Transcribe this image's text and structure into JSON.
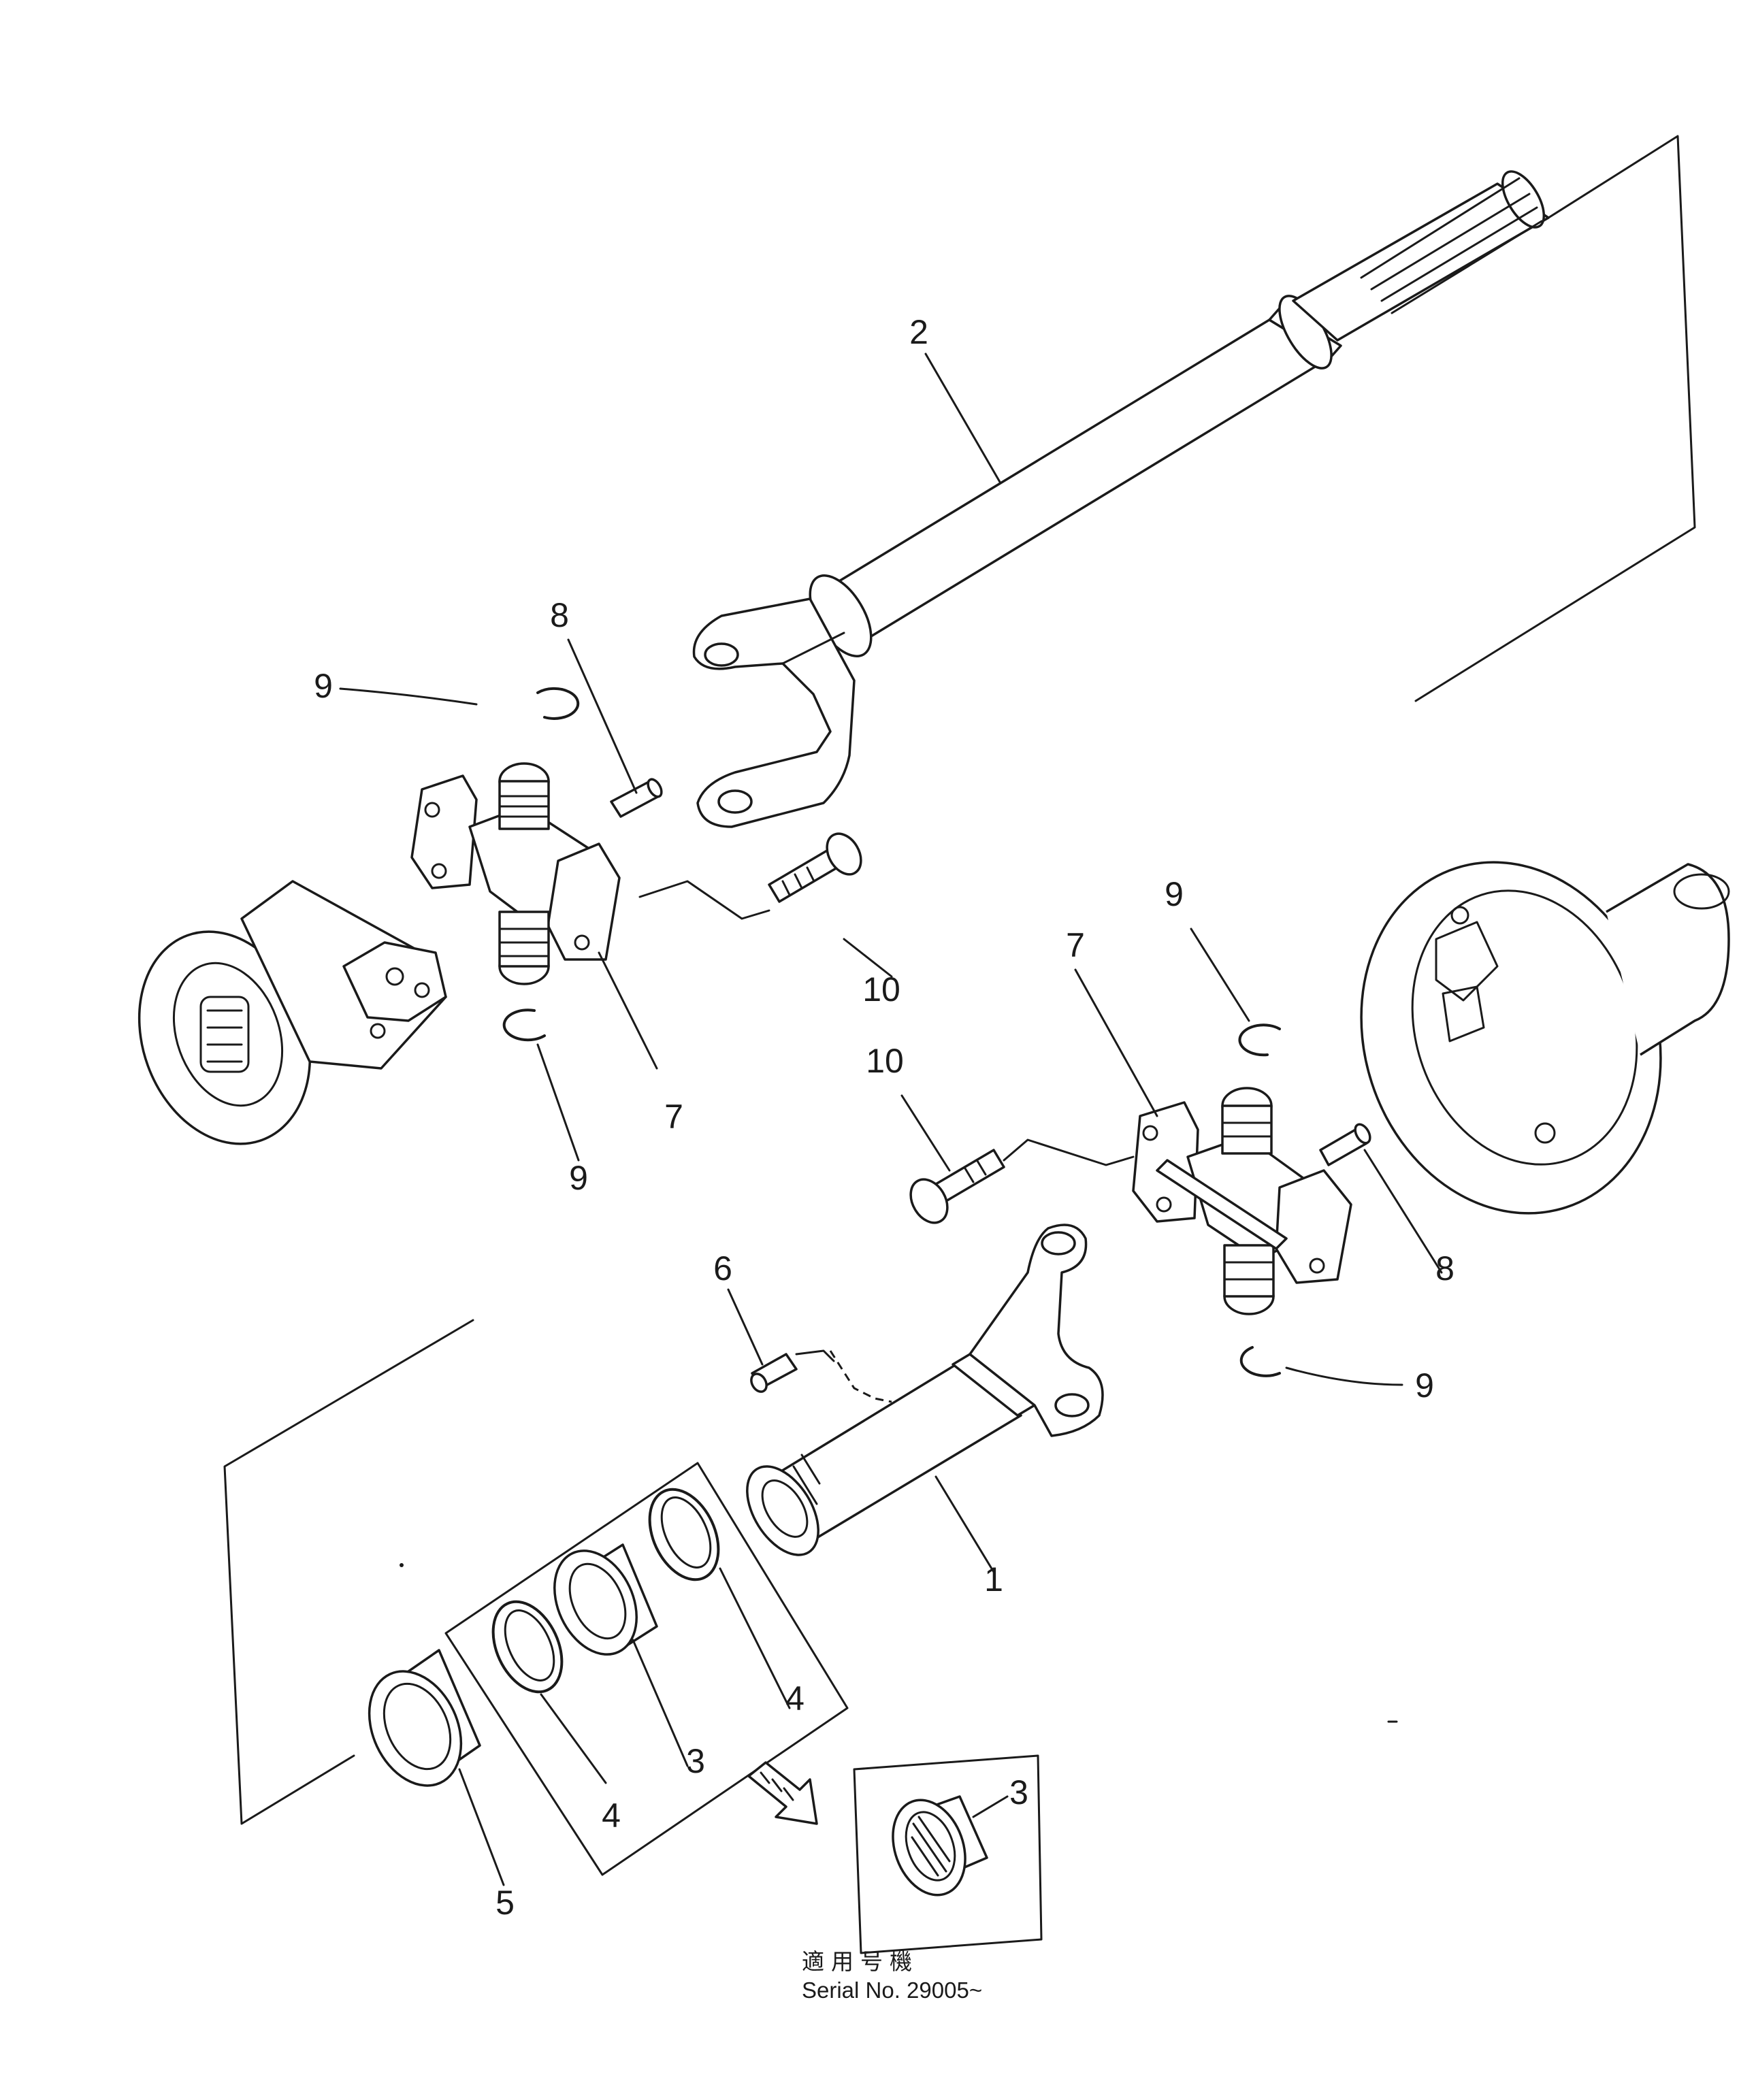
{
  "callouts": [
    {
      "id": "part-2",
      "label": "2"
    },
    {
      "id": "part-8-left",
      "label": "8"
    },
    {
      "id": "part-9-top-left",
      "label": "9"
    },
    {
      "id": "part-10-upper",
      "label": "10"
    },
    {
      "id": "part-7-left",
      "label": "7"
    },
    {
      "id": "part-9-left-lower",
      "label": "9"
    },
    {
      "id": "part-9-right-upper",
      "label": "9"
    },
    {
      "id": "part-7-right",
      "label": "7"
    },
    {
      "id": "part-10-lower",
      "label": "10"
    },
    {
      "id": "part-8-right",
      "label": "8"
    },
    {
      "id": "part-6",
      "label": "6"
    },
    {
      "id": "part-9-right-lower",
      "label": "9"
    },
    {
      "id": "part-1",
      "label": "1"
    },
    {
      "id": "part-4-right",
      "label": "4"
    },
    {
      "id": "part-3",
      "label": "3"
    },
    {
      "id": "part-4-left",
      "label": "4"
    },
    {
      "id": "part-5",
      "label": "5"
    },
    {
      "id": "part-3-inset",
      "label": "3"
    }
  ],
  "note": {
    "applicable_serial_jp": "適用号機",
    "serial": "Serial No. 29005~"
  }
}
